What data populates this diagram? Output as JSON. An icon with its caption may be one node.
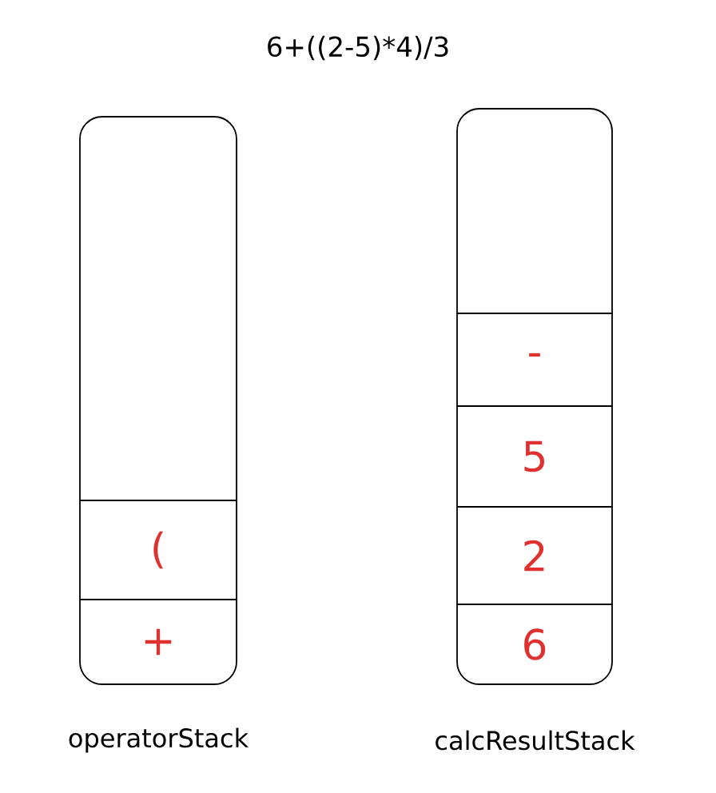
{
  "diagram": {
    "title": "6+((2-5)*4)/3",
    "nodes": [
      {
        "text": [
          "operatorStack"
        ]
      },
      {
        "text": [
          "("
        ],
        "in": 0
      },
      {
        "text": [
          "+"
        ],
        "in": 0
      },
      {
        "text": [
          "calcResultStack"
        ]
      },
      {
        "text": [
          "-"
        ],
        "in": 3
      },
      {
        "text": [
          "5"
        ],
        "in": 3
      },
      {
        "text": [
          "2"
        ],
        "in": 3
      },
      {
        "text": [
          "6"
        ],
        "in": 3
      }
    ]
  }
}
